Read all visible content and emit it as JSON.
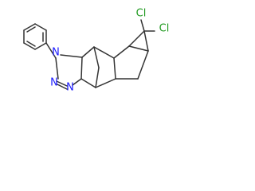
{
  "molecule": {
    "atom_labels": {
      "n1": "N",
      "n2": "N",
      "n3": "N",
      "cl1": "Cl",
      "cl2": "Cl"
    },
    "colors": {
      "bond": "#333333",
      "nitrogen": "#1a1aff",
      "chlorine": "#1f9a1f",
      "background": "#ffffff"
    }
  }
}
